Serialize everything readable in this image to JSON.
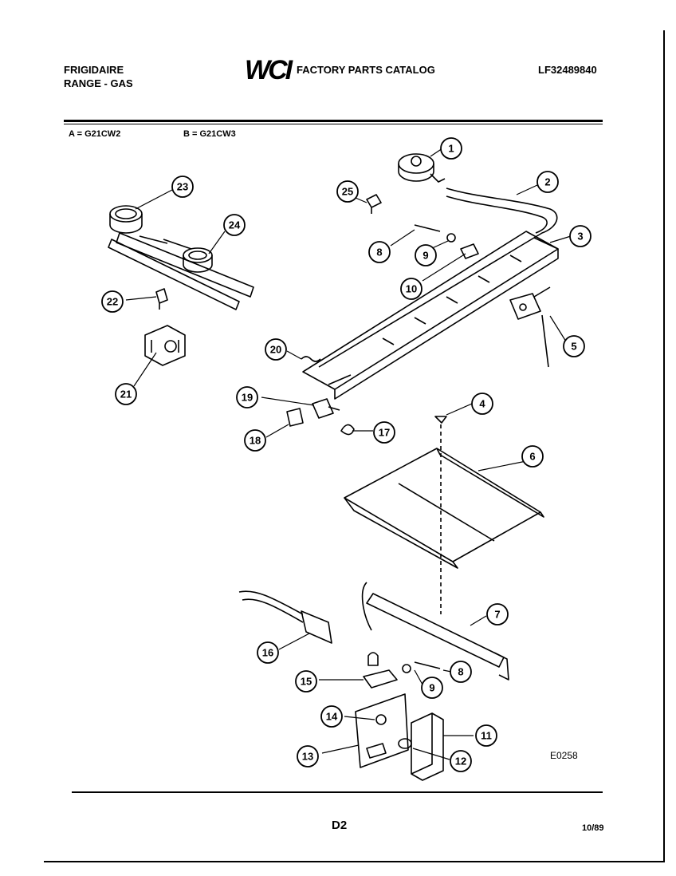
{
  "header": {
    "brand": "FRIGIDAIRE",
    "product": "RANGE - GAS",
    "logo": "WCI",
    "catalog": "FACTORY PARTS CATALOG",
    "part_number": "LF32489840"
  },
  "models": {
    "a": "A = G21CW2",
    "b": "B = G21CW3"
  },
  "callouts": [
    "1",
    "2",
    "3",
    "4",
    "5",
    "6",
    "7",
    "8",
    "9",
    "10",
    "11",
    "12",
    "13",
    "14",
    "15",
    "16",
    "17",
    "18",
    "19",
    "20",
    "21",
    "22",
    "23",
    "24",
    "25",
    "8",
    "9"
  ],
  "footer": {
    "diagram_code": "E0258",
    "page": "D2",
    "date": "10/89"
  }
}
